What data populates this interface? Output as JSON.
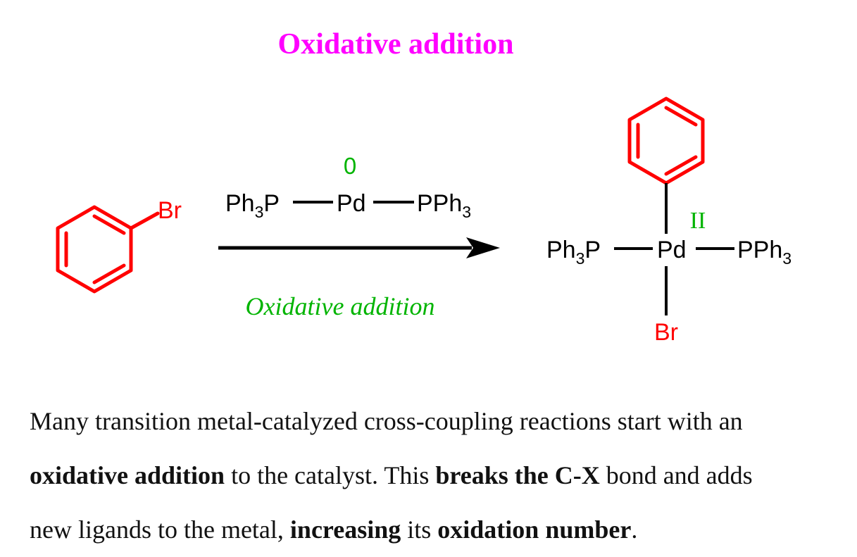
{
  "title": "Oxidative addition",
  "colors": {
    "title": "#ff00ff",
    "reactant": "#ff0000",
    "green": "#00b400",
    "black": "#000000"
  },
  "reactant": {
    "substituent": "Br"
  },
  "catalyst": {
    "left_ligand": "Ph",
    "left_ligand_sub": "3",
    "left_ligand_end": "P",
    "metal": "Pd",
    "right_ligand": "PPh",
    "right_ligand_sub": "3",
    "oxidation_state": "0"
  },
  "arrow_label": "Oxidative addition",
  "product": {
    "left_ligand": "Ph",
    "left_ligand_sub": "3",
    "left_ligand_end": "P",
    "metal": "Pd",
    "right_ligand": "PPh",
    "right_ligand_sub": "3",
    "bottom_ligand": "Br",
    "oxidation_state": "II"
  },
  "paragraph": {
    "line1": "Many transition metal-catalyzed cross-coupling reactions start with an",
    "line2_bold1": "oxidative addition",
    "line2_text1": " to the catalyst. This ",
    "line2_bold2": "breaks the C-X",
    "line2_text2": " bond and adds",
    "line3_text1": "new ligands to the metal, ",
    "line3_bold1": "increasing",
    "line3_text2": " its ",
    "line3_bold2": "oxidation number",
    "line3_text3": "."
  }
}
